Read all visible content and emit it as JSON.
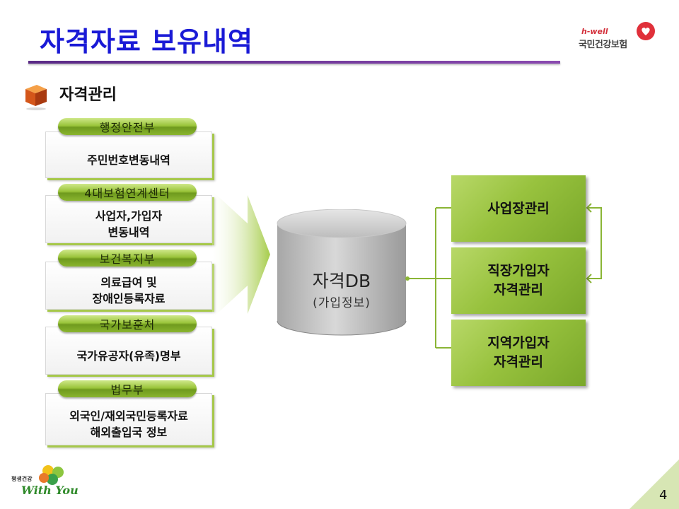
{
  "header": {
    "title": "자격자료 보유내역",
    "brand_en": "h-well",
    "brand_ko": "국민건강보험"
  },
  "section": {
    "title": "자격관리"
  },
  "sources": [
    {
      "tab": "행정안전부",
      "text": "주민번호변동내역"
    },
    {
      "tab": "4대보험연계센터",
      "text": "사업자,가입자\n변동내역"
    },
    {
      "tab": "보건복지부",
      "text": "의료급여 및\n장애인등록자료"
    },
    {
      "tab": "국가보훈처",
      "text": "국가유공자(유족)명부"
    },
    {
      "tab": "법무부",
      "text": "외국인/재외국민등록자료\n해외출입국 정보"
    }
  ],
  "database": {
    "title": "자격DB",
    "subtitle": "(가입정보)"
  },
  "targets": [
    {
      "text": "사업장관리"
    },
    {
      "text": "직장가입자\n자격관리"
    },
    {
      "text": "지역가입자\n자격관리"
    }
  ],
  "footer": {
    "logo_ko": "평생건강",
    "logo_en": "With You",
    "page_number": "4"
  },
  "colors": {
    "title": "#1a1ad6",
    "green_accent": "#98c23e",
    "rule": "#6a3496"
  }
}
